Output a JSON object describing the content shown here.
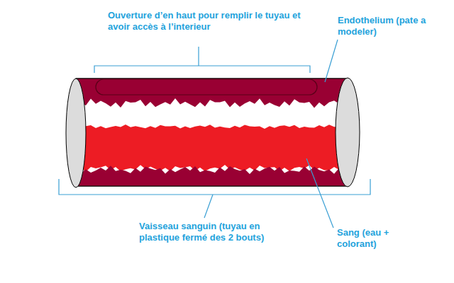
{
  "diagram": {
    "labels": [
      "Ouverture d’en haut pour remplir le tuyau et avoir accès à l’interieur",
      "Endothelium (pate a modeler)",
      "Vaisseau sanguin (tuyau en plastique fermé des 2 bouts)",
      "Sang (eau + colorant)"
    ]
  }
}
